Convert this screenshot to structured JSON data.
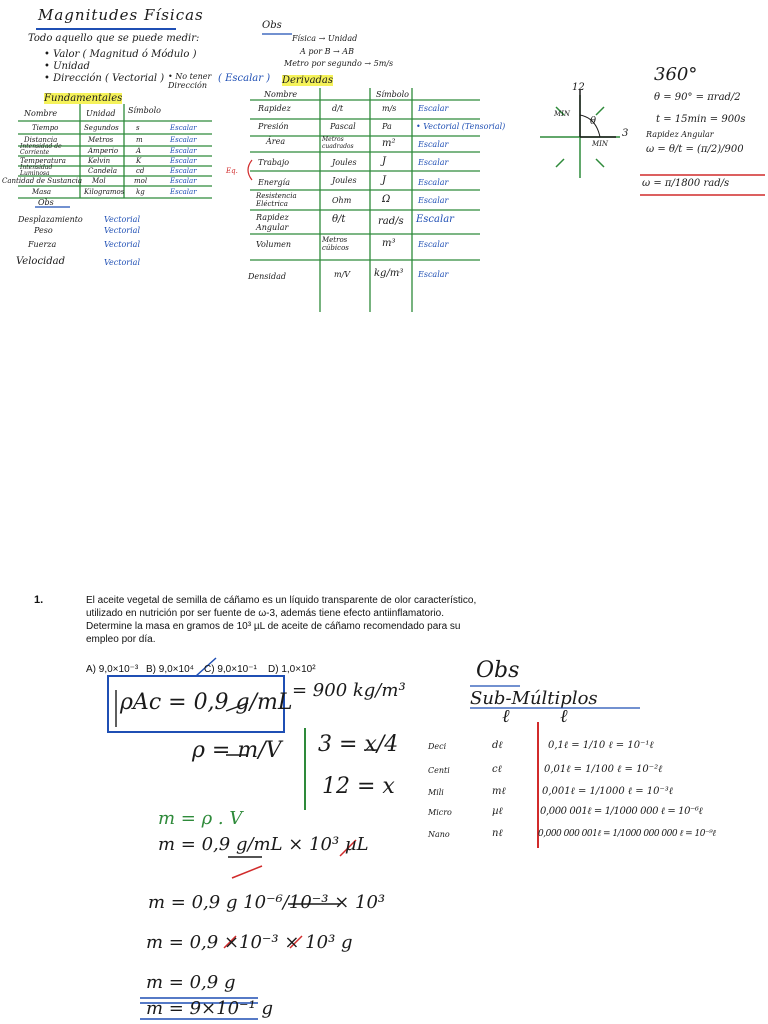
{
  "page1": {
    "title": "Magnitudes Físicas",
    "intro": "Todo aquello que se puede medir:",
    "bullets": [
      "• Valor ( Magnitud ó Módulo )",
      "• Unidad",
      "• Dirección ( Vectorial )"
    ],
    "no_tener": "• No tener Dirección",
    "escalar_tag": "( Escalar )",
    "fund_title": "Fundamentales",
    "fund_headers": [
      "Nombre",
      "Unidad",
      "Símbolo"
    ],
    "fund_rows": [
      [
        "Tiempo",
        "Segundos",
        "s",
        "Escalar"
      ],
      [
        "Distancia",
        "Metros",
        "m",
        "Escalar"
      ],
      [
        "Intensidad de Corriente",
        "Amperio",
        "A",
        "Escalar"
      ],
      [
        "Temperatura",
        "Kelvin",
        "K",
        "Escalar"
      ],
      [
        "Intensidad Luminosa",
        "Candela",
        "cd",
        "Escalar"
      ],
      [
        "Cantidad de Sustancia",
        "Mol",
        "mol",
        "Escalar"
      ],
      [
        "Masa",
        "Kilogramos",
        "kg",
        "Escalar"
      ]
    ],
    "obs1": "Obs",
    "obs1_rows": [
      [
        "Desplazamiento",
        "Vectorial"
      ],
      [
        "Peso",
        "Vectorial"
      ],
      [
        "Fuerza",
        "Vectorial"
      ],
      [
        "Velocidad",
        "Vectorial"
      ]
    ],
    "obs2": "Obs",
    "obs2_lines": [
      "Física → Unidad",
      "A por B → AB",
      "Metro por segundo → 5m/s"
    ],
    "deriv_title": "Derivadas",
    "deriv_headers": [
      "Nombre",
      "Símbolo"
    ],
    "deriv_rows": [
      [
        "Rapidez",
        "d/t",
        "m/s",
        "Escalar"
      ],
      [
        "Presión",
        "Pascal",
        "Pa",
        "• Vectorial (Tensorial)"
      ],
      [
        "Área",
        "Metros cuadrados",
        "m²",
        "Escalar"
      ],
      [
        "Trabajo",
        "Joules",
        "J",
        "Escalar"
      ],
      [
        "Energía",
        "Joules",
        "J",
        "Escalar"
      ],
      [
        "Resistencia Eléctrica",
        "Ohm",
        "Ω",
        "Escalar"
      ],
      [
        "Rapidez Angular",
        "θ/t",
        "rad/s",
        "Escalar"
      ],
      [
        "Volumen",
        "Metros cúbicos",
        "m³",
        "Escalar"
      ],
      [
        "Densidad",
        "m/V",
        "kg/m³",
        "Escalar"
      ]
    ],
    "eq": "Eq.",
    "clock": {
      "twelve": "12",
      "three": "3",
      "min1": "MIN",
      "min2": "MIN",
      "theta": "θ"
    },
    "angle": {
      "deg": "360°",
      "line1": "θ = 90° = πrad/2",
      "line2": "t = 15min = 900s",
      "line3": "Rapidez Angular",
      "line4": "ω = θ/t = (π/2)/900",
      "line5": "ω = π/1800 rad/s"
    }
  },
  "problem": {
    "number": "1.",
    "text_lines": [
      "El aceite vegetal de semilla de cáñamo es un líquido transparente de olor característico,",
      "utilizado en nutrición por ser fuente de ω-3, además tiene efecto antiinflamatorio.",
      "Determine la masa en gramos de 10³ µL de aceite de cáñamo recomendado para su",
      "empleo por día."
    ],
    "options": [
      "A) 9,0×10⁻³",
      "B) 9,0×10⁴",
      "C) 9,0×10⁻¹",
      "D) 1,0×10²"
    ]
  },
  "solution": {
    "rho_box": "ρAc = 0,9 g/mL",
    "eq_900": "= 900 kg/m³",
    "rho_def": "ρ = m/V",
    "ratio1": "3 = x/4",
    "ratio2": "12 = x",
    "m1": "m = ρ . V",
    "m2": "m = 0,9 g/mL × 10³ µL",
    "m3": "m = 0,9 g  10⁻⁶/10⁻³ × 10³",
    "m4": "m = 0,9 ×10⁻³ × 10³ g",
    "m5": "m = 0,9 g",
    "m6": "m = 9×10⁻¹ g"
  },
  "submultiplos": {
    "obs": "Obs",
    "title": "Sub-Múltiplos",
    "col1": "ℓ",
    "col2": "ℓ",
    "rows": [
      [
        "Deci",
        "dℓ",
        "0,1ℓ = 1/10 ℓ = 10⁻¹ℓ"
      ],
      [
        "Centi",
        "cℓ",
        "0,01ℓ = 1/100 ℓ = 10⁻²ℓ"
      ],
      [
        "Mili",
        "mℓ",
        "0,001ℓ = 1/1000 ℓ = 10⁻³ℓ"
      ],
      [
        "Micro",
        "µℓ",
        "0,000 001ℓ = 1/1000 000 ℓ = 10⁻⁶ℓ"
      ],
      [
        "Nano",
        "nℓ",
        "0,000 000 001ℓ = 1/1000 000 000 ℓ = 10⁻⁹ℓ"
      ]
    ]
  },
  "colors": {
    "blue": "#1f4fb4",
    "green": "#2e8a3a",
    "red": "#d12b2b",
    "highlight": "#f5f25a"
  }
}
